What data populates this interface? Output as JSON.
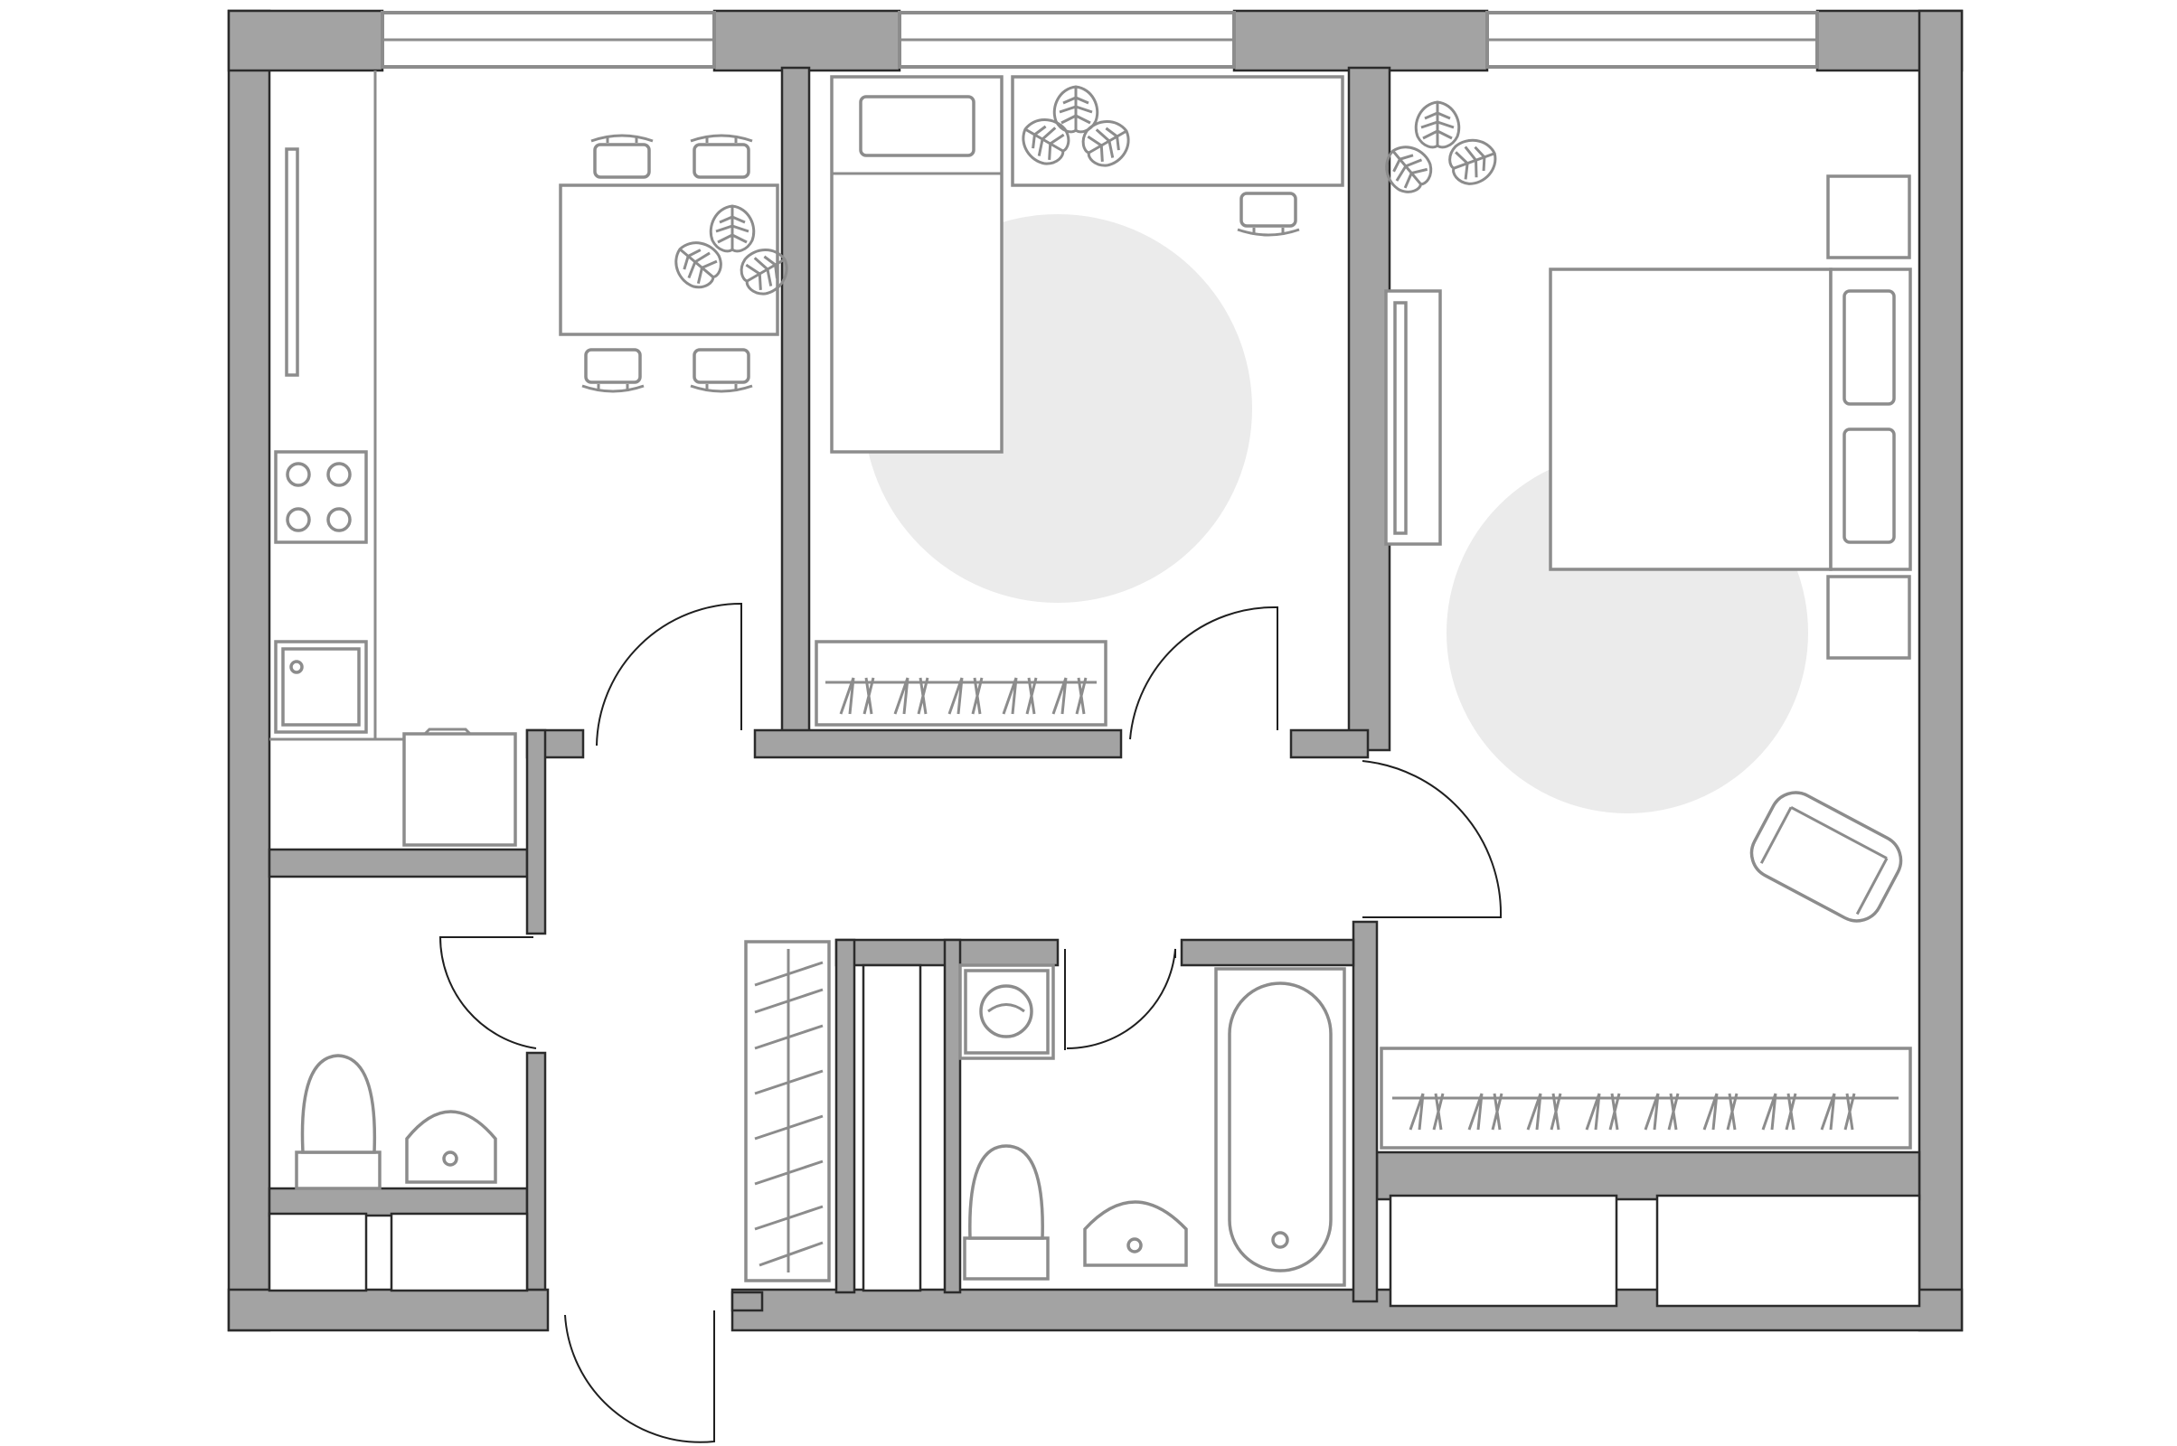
{
  "title": "",
  "colors": {
    "wall": "#a3a3a3",
    "wall_outline": "#2b2b2b",
    "furniture": "#8c8c8c",
    "rug": "#ebebeb",
    "background": "#ffffff"
  },
  "rooms": [
    "kitchen",
    "bedroom-small",
    "bedroom-large",
    "toilet",
    "bathroom",
    "hallway",
    "closet"
  ],
  "icons": [
    "plant-icon",
    "stove-icon",
    "sink-icon",
    "toilet-icon",
    "washbasin-icon",
    "bathtub-icon",
    "washing-machine-icon",
    "armchair-icon",
    "bed-icon",
    "chair-icon"
  ]
}
